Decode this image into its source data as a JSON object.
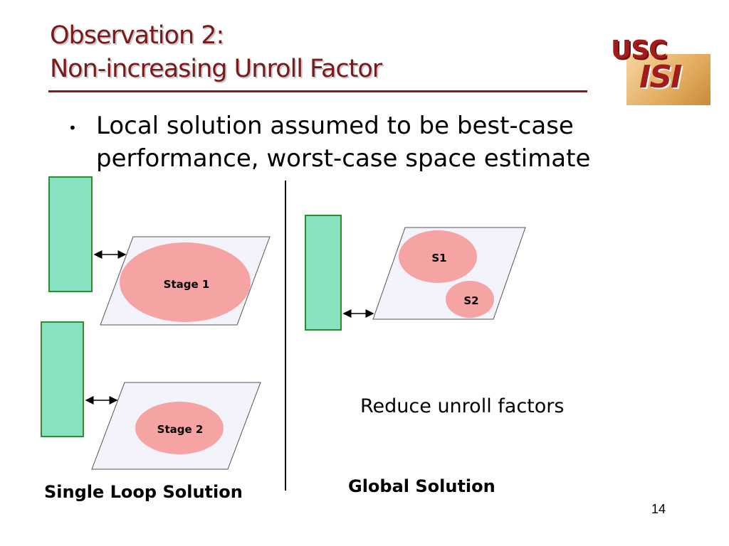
{
  "title": {
    "line1": "Observation 2:",
    "line2": "Non-increasing Unroll Factor"
  },
  "logo": {
    "usc": "USC",
    "isi": "ISI"
  },
  "bullet": {
    "text": "Local solution assumed to be best-case performance, worst-case space estimate"
  },
  "single_loop": {
    "stage1": "Stage 1",
    "stage2": "Stage 2",
    "caption": "Single Loop Solution"
  },
  "global": {
    "s1": "S1",
    "s2": "S2",
    "caption": "Global Solution",
    "note": "Reduce unroll factors"
  },
  "page_number": "14",
  "colors": {
    "title": "#7a1a1a",
    "rule": "#8b1a1a",
    "memory_block_fill": "#87e3bf",
    "memory_block_stroke": "#2e8b2e",
    "stage_fill": "#f6a3a3",
    "parallelogram_fill": "#f3f3fb"
  }
}
